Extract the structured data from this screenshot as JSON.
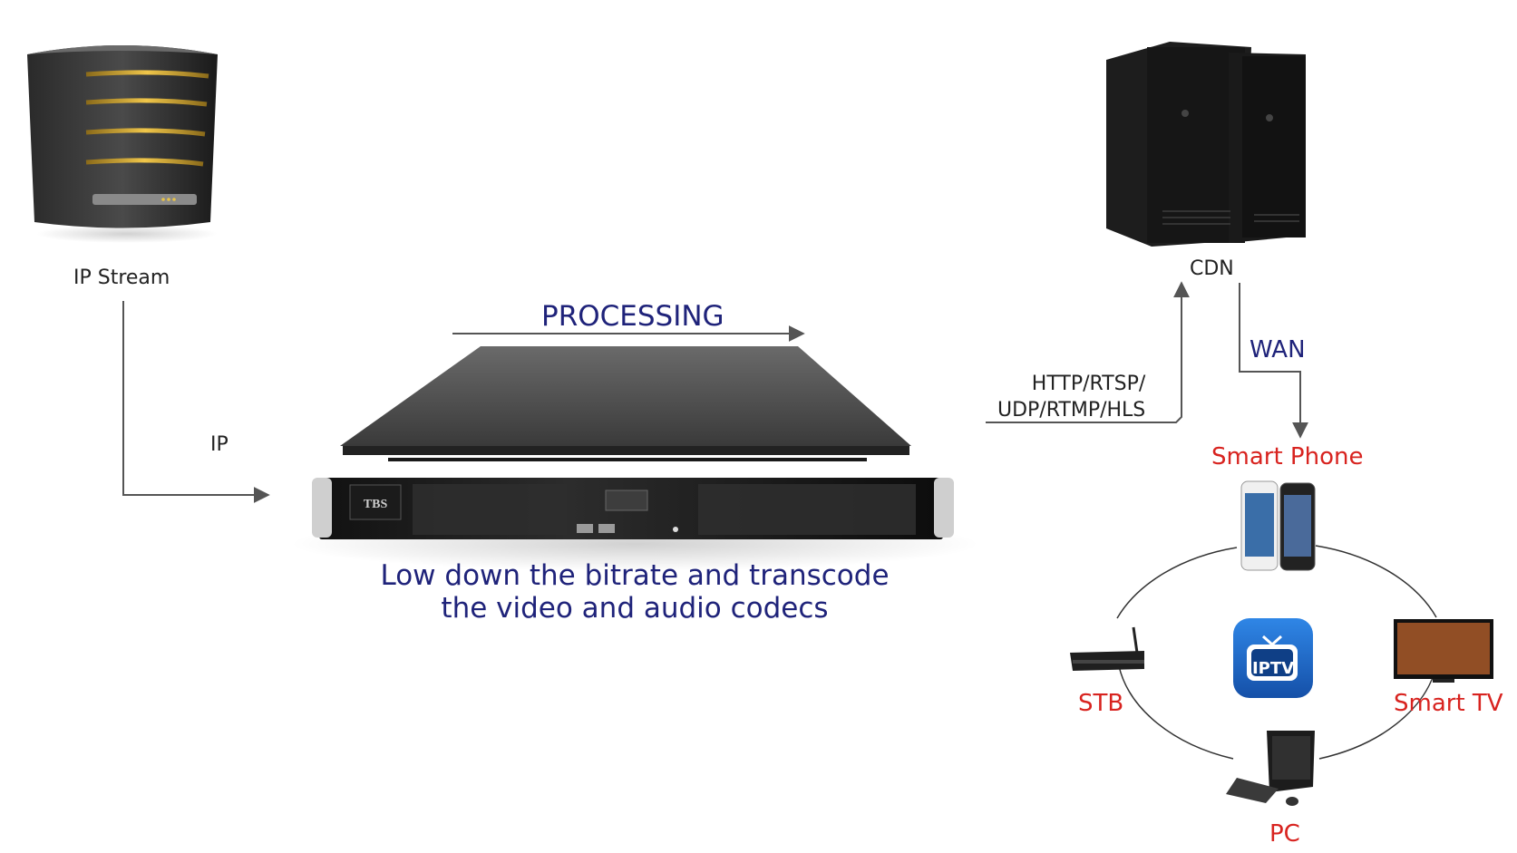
{
  "diagram": {
    "source": {
      "label": "IP Stream",
      "icon": "server-tower-icon"
    },
    "ip_link": {
      "label": "IP"
    },
    "processing": {
      "title": "PROCESSING",
      "device_icon": "rack-transcoder-icon",
      "caption_line1": "Low down the bitrate and transcode",
      "caption_line2": "the video and audio codecs"
    },
    "output_link": {
      "line1": "HTTP/RTSP/",
      "line2": "UDP/RTMP/HLS"
    },
    "cdn": {
      "label": "CDN",
      "icon": "cdn-servers-icon"
    },
    "wan": {
      "label": "WAN"
    },
    "terminals": {
      "center_icon": "iptv-app-icon",
      "center_text": "IPTV",
      "smart_phone": {
        "label": "Smart Phone",
        "icon": "smartphones-icon"
      },
      "stb": {
        "label": "STB",
        "icon": "set-top-box-icon"
      },
      "smart_tv": {
        "label": "Smart TV",
        "icon": "smart-tv-icon"
      },
      "pc": {
        "label": "PC",
        "icon": "desktop-pc-icon"
      }
    },
    "colors": {
      "navy_text": "#1f237a",
      "red_text": "#d8231f",
      "black_text": "#222222",
      "arrow": "#555555",
      "iptv_blue": "#1a64c8"
    }
  }
}
